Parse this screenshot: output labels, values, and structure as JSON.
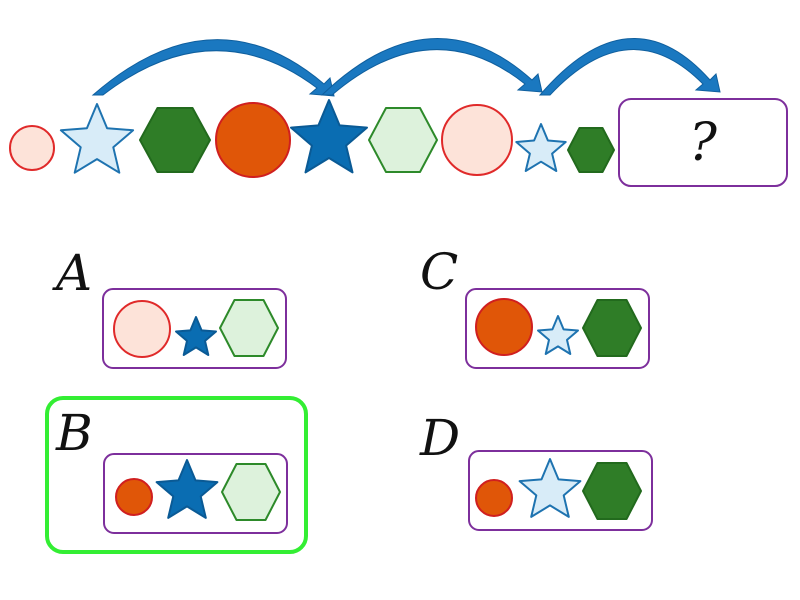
{
  "colors": {
    "circle_light_fill": "#fde3d9",
    "circle_light_stroke": "#e02a2a",
    "circle_orange_fill": "#e05608",
    "circle_orange_stroke": "#d01f1f",
    "star_light_fill": "#d8ecf8",
    "star_light_stroke": "#1e73b0",
    "star_dark_fill": "#0a6db2",
    "star_dark_stroke": "#0a5a95",
    "hex_dark_fill": "#2f7d27",
    "hex_dark_stroke": "#226a1d",
    "hex_light_fill": "#ddf2dc",
    "hex_light_stroke": "#2d8a2a",
    "box_border": "#7d2f9c",
    "selected_border": "#33ee33",
    "arrow_fill": "#1a78c0"
  },
  "sequence": {
    "shapes": [
      {
        "kind": "circle",
        "style": "light",
        "size": "small"
      },
      {
        "kind": "star",
        "style": "light",
        "size": "large"
      },
      {
        "kind": "hexagon",
        "style": "dark",
        "size": "large"
      },
      {
        "kind": "circle",
        "style": "orange",
        "size": "large"
      },
      {
        "kind": "star",
        "style": "dark",
        "size": "large"
      },
      {
        "kind": "hexagon",
        "style": "light",
        "size": "large"
      },
      {
        "kind": "circle",
        "style": "light",
        "size": "large"
      },
      {
        "kind": "star",
        "style": "light",
        "size": "small"
      },
      {
        "kind": "hexagon",
        "style": "dark",
        "size": "small"
      }
    ],
    "answer_placeholder": "?"
  },
  "options": [
    {
      "letter": "A",
      "selected": false,
      "shapes": [
        {
          "kind": "circle",
          "style": "light",
          "size": "large"
        },
        {
          "kind": "star",
          "style": "dark",
          "size": "small"
        },
        {
          "kind": "hexagon",
          "style": "light",
          "size": "large"
        }
      ]
    },
    {
      "letter": "B",
      "selected": true,
      "shapes": [
        {
          "kind": "circle",
          "style": "orange",
          "size": "small"
        },
        {
          "kind": "star",
          "style": "dark",
          "size": "large"
        },
        {
          "kind": "hexagon",
          "style": "light",
          "size": "large"
        }
      ]
    },
    {
      "letter": "C",
      "selected": false,
      "shapes": [
        {
          "kind": "circle",
          "style": "orange",
          "size": "large"
        },
        {
          "kind": "star",
          "style": "light",
          "size": "small"
        },
        {
          "kind": "hexagon",
          "style": "dark",
          "size": "large"
        }
      ]
    },
    {
      "letter": "D",
      "selected": false,
      "shapes": [
        {
          "kind": "circle",
          "style": "orange",
          "size": "small"
        },
        {
          "kind": "star",
          "style": "light",
          "size": "large"
        },
        {
          "kind": "hexagon",
          "style": "dark",
          "size": "large"
        }
      ]
    }
  ]
}
